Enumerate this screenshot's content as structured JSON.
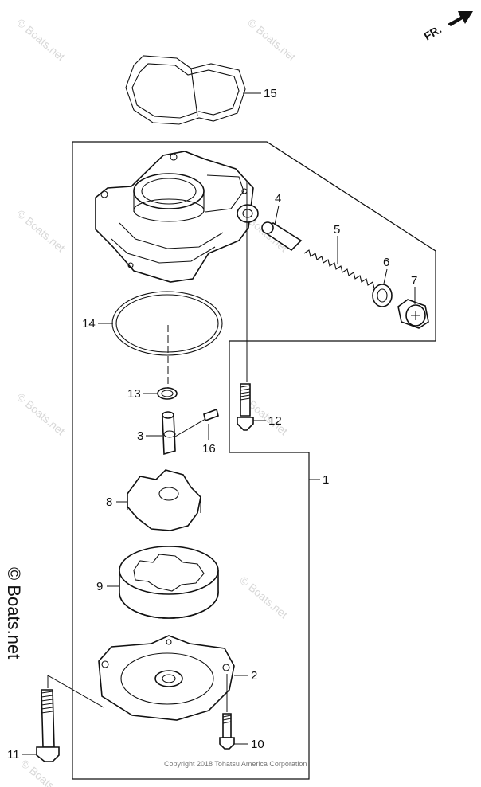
{
  "direction_label": "FR.",
  "watermark": "© Boats.net",
  "side_watermark": "© Boats.net",
  "copyright": "Copyright 2018 Tohatsu America Corporation",
  "callouts": {
    "c1": "1",
    "c2": "2",
    "c3": "3",
    "c4": "4",
    "c5": "5",
    "c6": "6",
    "c7": "7",
    "c8": "8",
    "c9": "9",
    "c10": "10",
    "c11": "11",
    "c12": "12",
    "c13": "13",
    "c14": "14",
    "c15": "15",
    "c16": "16"
  }
}
